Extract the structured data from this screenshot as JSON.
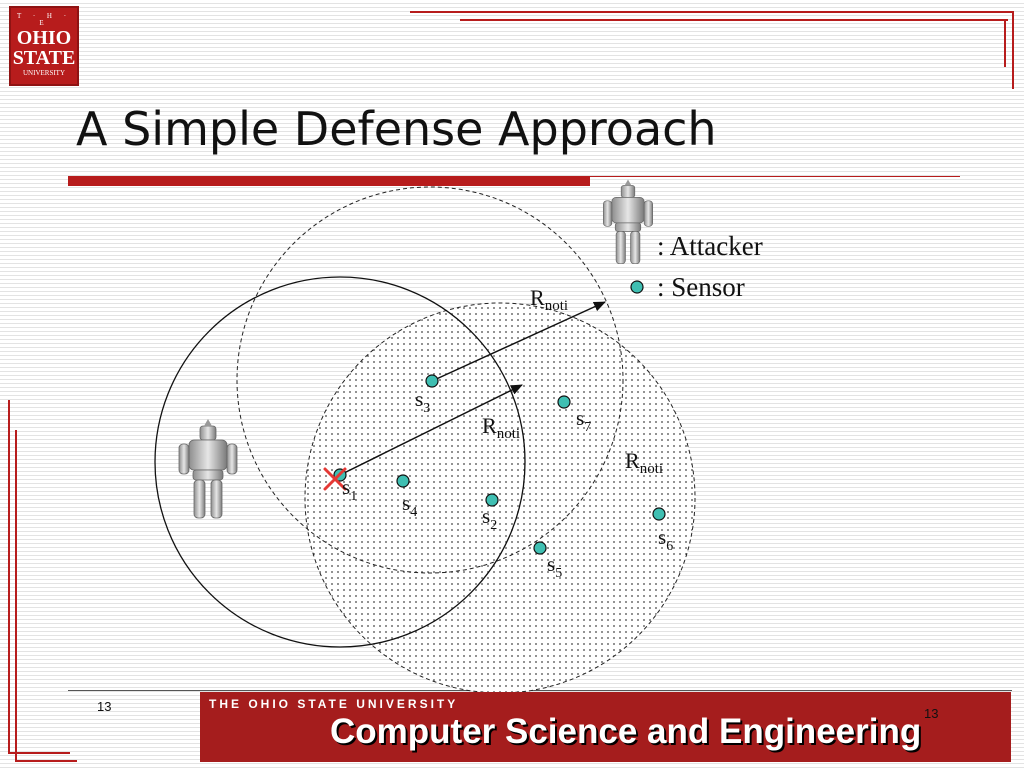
{
  "logo": {
    "line1": "T · H · E",
    "line2": "OHIO",
    "line3": "STATE",
    "line4": "UNIVERSITY"
  },
  "slide": {
    "title": "A Simple Defense Approach",
    "page_number_left": "13",
    "page_number_right": "13"
  },
  "legend": {
    "attacker": ": Attacker",
    "sensor": ": Sensor"
  },
  "diagram": {
    "radius_label_base": "R",
    "radius_label_sub": "noti",
    "sensors": [
      {
        "id": "s3",
        "base": "s",
        "sub": "3"
      },
      {
        "id": "s7",
        "base": "s",
        "sub": "7"
      },
      {
        "id": "s1",
        "base": "s",
        "sub": "1"
      },
      {
        "id": "s4",
        "base": "s",
        "sub": "4"
      },
      {
        "id": "s2",
        "base": "s",
        "sub": "2"
      },
      {
        "id": "s5",
        "base": "s",
        "sub": "5"
      },
      {
        "id": "s6",
        "base": "s",
        "sub": "6"
      }
    ]
  },
  "footer": {
    "university": "THE OHIO STATE UNIVERSITY",
    "department": "Computer Science and Engineering"
  },
  "colors": {
    "brand_red": "#a51d1d",
    "sensor_fill": "#3fbfb2",
    "cross": "#e53935"
  },
  "icons": {
    "attacker": "robot-figure-icon",
    "sensor": "circle-dot-icon"
  }
}
